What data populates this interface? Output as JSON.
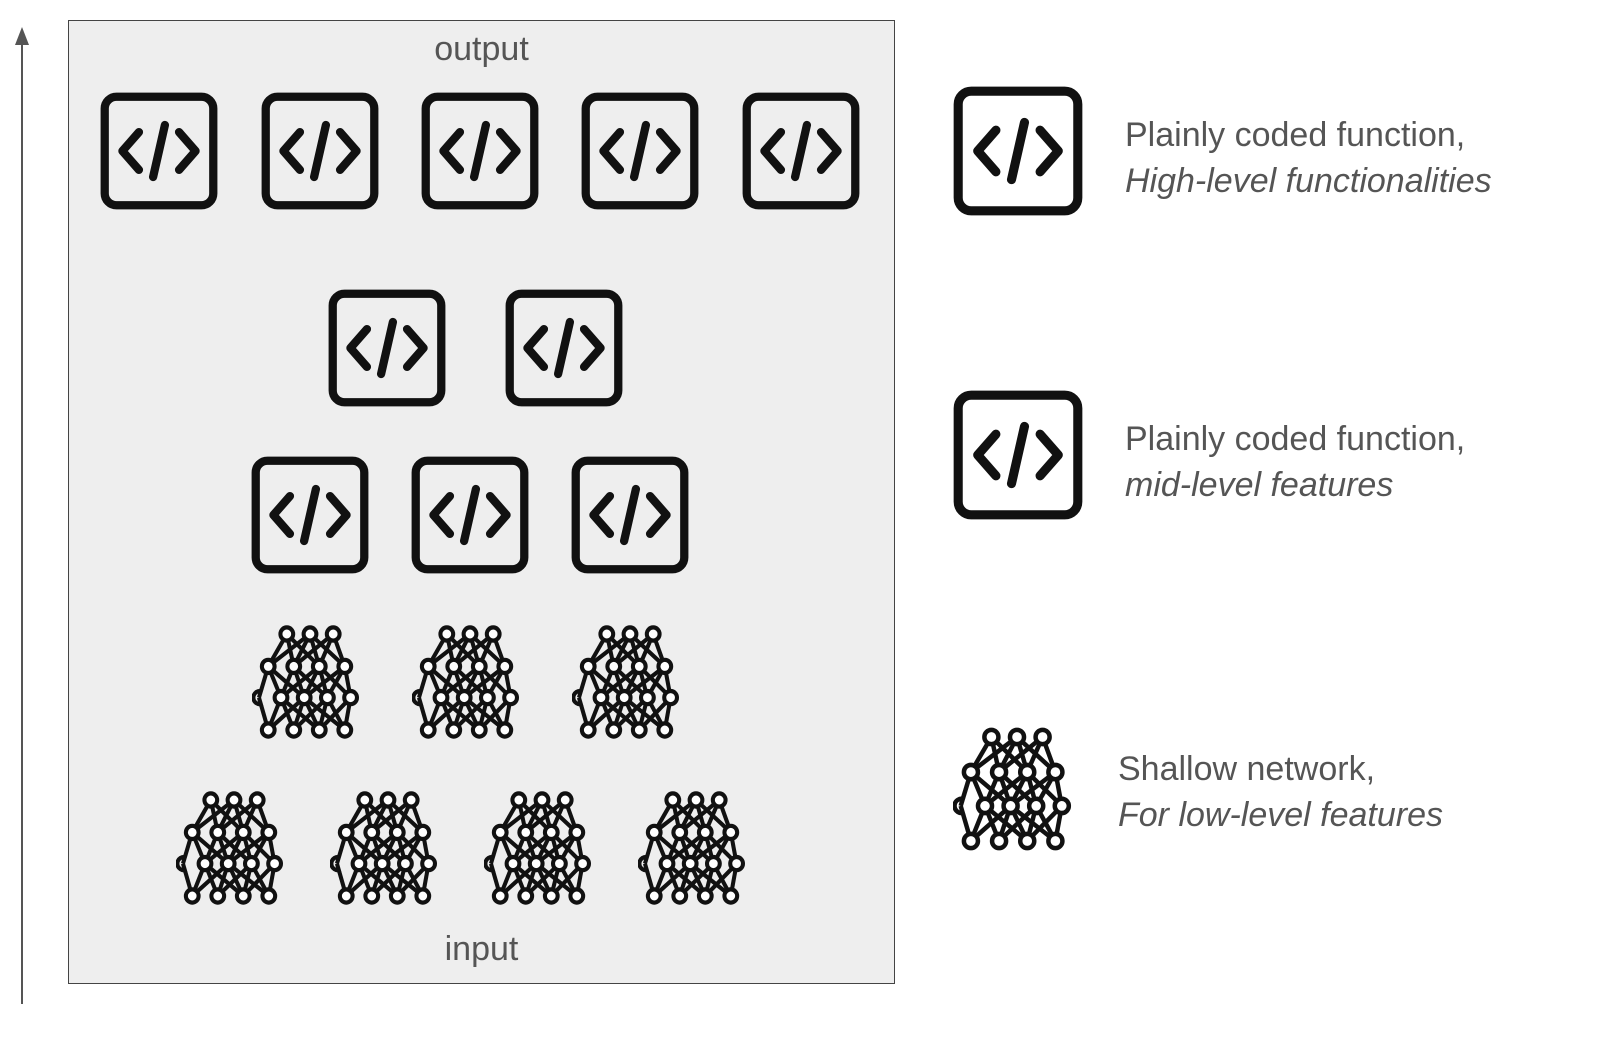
{
  "diagram": {
    "axis": {
      "direction": "upward"
    },
    "panel": {
      "top_label": "output",
      "bottom_label": "input",
      "layers": [
        {
          "kind": "code",
          "count": 5
        },
        {
          "kind": "code",
          "count": 2
        },
        {
          "kind": "code",
          "count": 3
        },
        {
          "kind": "network",
          "count": 3
        },
        {
          "kind": "network",
          "count": 4
        }
      ]
    },
    "legend": [
      {
        "icon": "code-icon",
        "title": "Plainly coded function,",
        "subtitle": "High-level functionalities"
      },
      {
        "icon": "code-icon",
        "title": "Plainly coded function,",
        "subtitle": "mid-level features"
      },
      {
        "icon": "network-icon",
        "title": "Shallow network,",
        "subtitle": "For low-level features"
      }
    ],
    "colors": {
      "panel_bg": "#eeeeee",
      "icon": "#111111",
      "text": "#555555"
    }
  }
}
